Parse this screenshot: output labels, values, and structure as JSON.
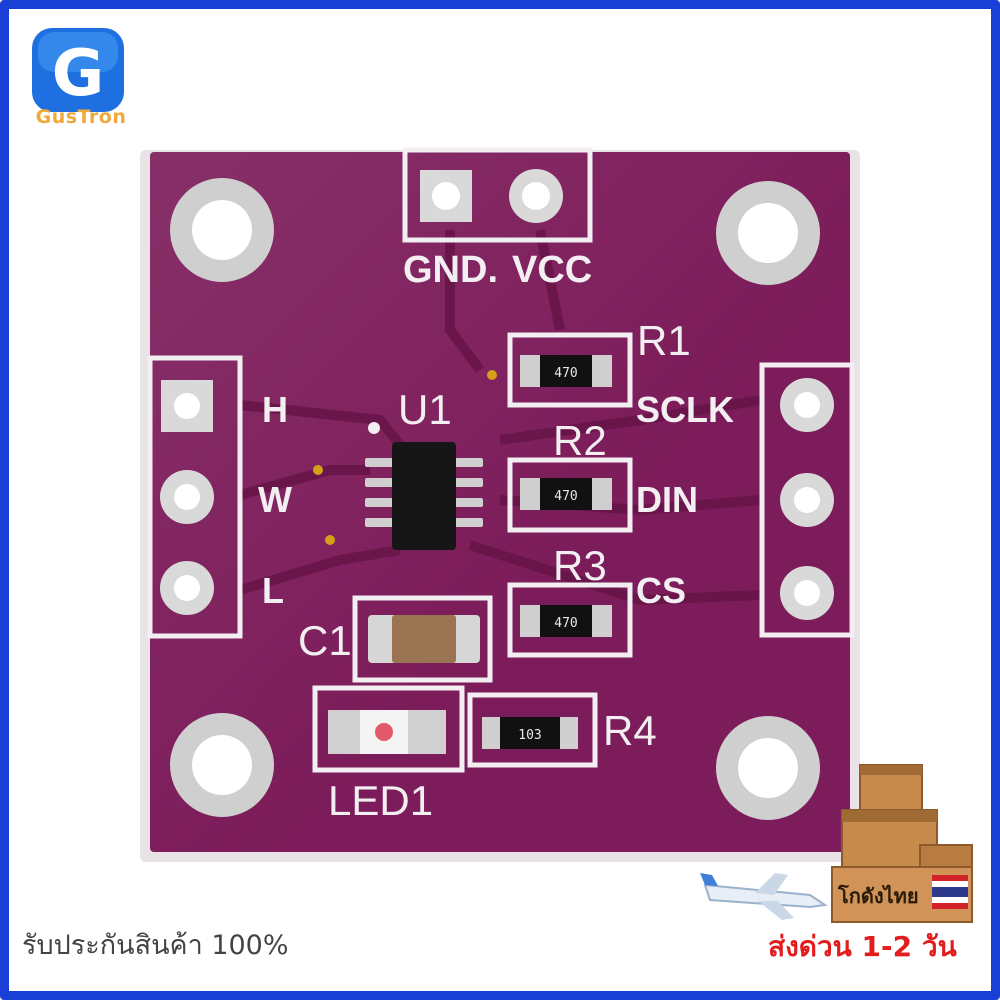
{
  "brand": {
    "name": "GusTron",
    "logo_letter": "G"
  },
  "board": {
    "top_pins": [
      "GND.",
      "VCC"
    ],
    "left_pins": [
      "H",
      "W",
      "L"
    ],
    "right_pins": [
      "SCLK",
      "DIN",
      "CS"
    ],
    "chip_label": "U1",
    "resistors": [
      {
        "ref": "R1",
        "code": "470"
      },
      {
        "ref": "R2",
        "code": "470"
      },
      {
        "ref": "R3",
        "code": "470"
      },
      {
        "ref": "R4",
        "code": "103"
      }
    ],
    "capacitor_label": "C1",
    "led_label": "LED1",
    "colors": {
      "pcb": "#7c1c5a",
      "silk": "#f2eef2",
      "pad": "#d9d9d9"
    }
  },
  "footer": {
    "warranty_text": "รับประกันสินค้า 100%",
    "warehouse_label": "โกดังไทย",
    "shipping_text": "ส่งด่วน 1-2 วัน"
  }
}
